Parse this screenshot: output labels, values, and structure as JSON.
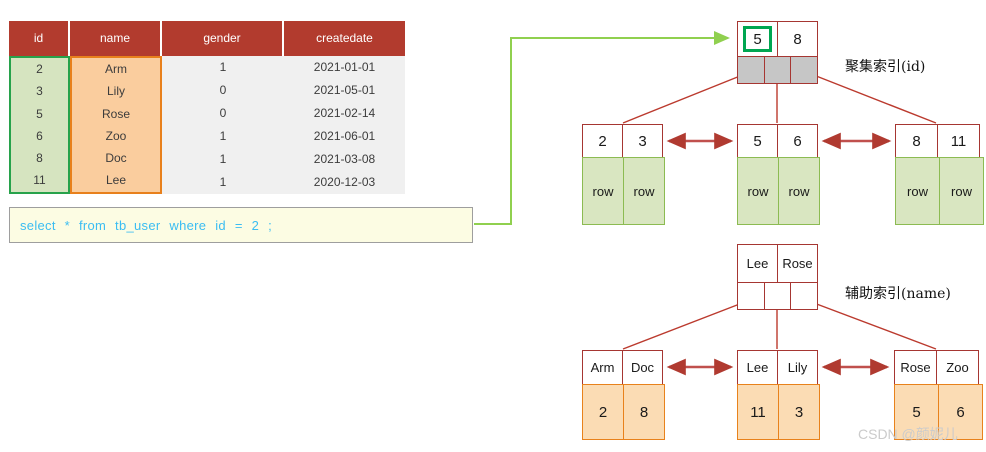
{
  "table": {
    "headers": [
      "id",
      "name",
      "gender",
      "createdate"
    ],
    "rows": [
      [
        "2",
        "Arm",
        "1",
        "2021-01-01"
      ],
      [
        "3",
        "Lily",
        "0",
        "2021-05-01"
      ],
      [
        "5",
        "Rose",
        "0",
        "2021-02-14"
      ],
      [
        "6",
        "Zoo",
        "1",
        "2021-06-01"
      ],
      [
        "8",
        "Doc",
        "1",
        "2021-03-08"
      ],
      [
        "11",
        "Lee",
        "1",
        "2020-12-03"
      ]
    ]
  },
  "sql": {
    "query": "select * from tb_user where id = 2 ;"
  },
  "clustered_index": {
    "label": "聚集索引(id)",
    "root_keys": [
      "5",
      "8"
    ],
    "highlighted_root_key": "5",
    "leaves": [
      {
        "keys": [
          "2",
          "3"
        ],
        "values": [
          "row",
          "row"
        ]
      },
      {
        "keys": [
          "5",
          "6"
        ],
        "values": [
          "row",
          "row"
        ]
      },
      {
        "keys": [
          "8",
          "11"
        ],
        "values": [
          "row",
          "row"
        ]
      }
    ]
  },
  "secondary_index": {
    "label": "辅助索引(name)",
    "root_keys": [
      "Lee",
      "Rose"
    ],
    "leaves": [
      {
        "keys": [
          "Arm",
          "Doc"
        ],
        "values": [
          "2",
          "8"
        ]
      },
      {
        "keys": [
          "Lee",
          "Lily"
        ],
        "values": [
          "11",
          "3"
        ]
      },
      {
        "keys": [
          "Rose",
          "Zoo"
        ],
        "values": [
          "5",
          "6"
        ]
      }
    ]
  },
  "watermark": "CSDN @颜妮儿",
  "colors": {
    "header_red": "#b23b2e",
    "id_col_bg": "#d6e4c0",
    "id_col_border": "#27a24b",
    "name_col_bg": "#facd9e",
    "name_col_border": "#e8801b",
    "plain_cell_bg": "#f0f0f0",
    "sql_bg": "#fcfce3",
    "sql_text": "#3bbdf2",
    "tree_border": "#a63632",
    "arrow_red": "#c0392b",
    "connector_green": "#90d04f",
    "row_cell_bg": "#d9e6c1",
    "value_cell_bg": "#fbdcb4",
    "pointer_gray": "#c6c6c6",
    "highlight_green": "#00a651"
  }
}
